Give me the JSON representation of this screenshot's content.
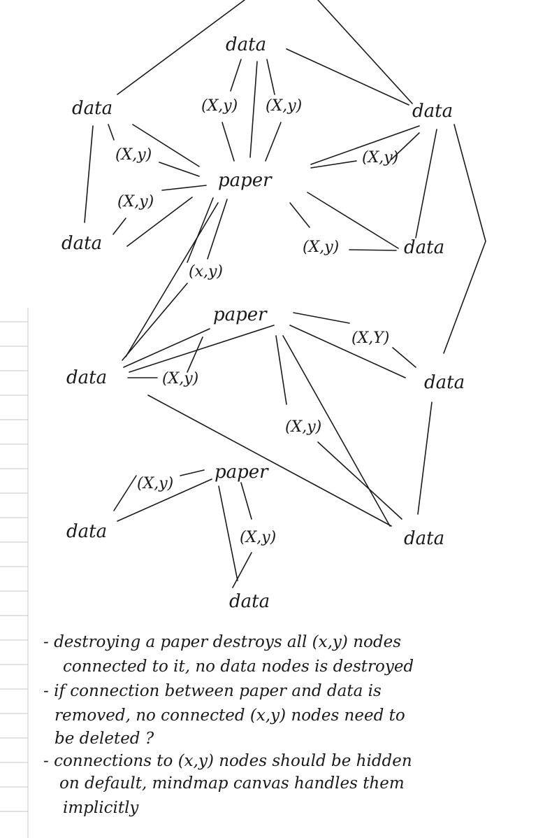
{
  "nodes": [
    {
      "id": "data-top",
      "label": "data"
    },
    {
      "id": "data-left-upper",
      "label": "data"
    },
    {
      "id": "data-right-upper",
      "label": "data"
    },
    {
      "id": "data-left-mid",
      "label": "data"
    },
    {
      "id": "data-right-mid",
      "label": "data"
    },
    {
      "id": "paper-1",
      "label": "paper"
    },
    {
      "id": "paper-2",
      "label": "paper"
    },
    {
      "id": "data-left-low",
      "label": "data"
    },
    {
      "id": "data-right-low",
      "label": "data"
    },
    {
      "id": "paper-3",
      "label": "paper"
    },
    {
      "id": "data-bottom-left",
      "label": "data"
    },
    {
      "id": "data-bottom-right",
      "label": "data"
    },
    {
      "id": "data-bottom",
      "label": "data"
    }
  ],
  "xy_labels": [
    "(X,y)",
    "(X,y)",
    "(X,y)",
    "(X,y)",
    "(X,y)",
    "(X,y)",
    "(x,y)",
    "(X,Y)",
    "(X,y)",
    "(X,y)",
    "(X,y)",
    "(X,y)"
  ],
  "notes": [
    "- destroying a paper destroys all (x,y) nodes",
    "connected to it, no data nodes is destroyed",
    "- if connection between paper and data is",
    "removed, no connected (x,y) nodes need to",
    "be deleted ?",
    "- connections to (x,y) nodes should be hidden",
    "on default, mindmap canvas handles them",
    "implicitly"
  ]
}
